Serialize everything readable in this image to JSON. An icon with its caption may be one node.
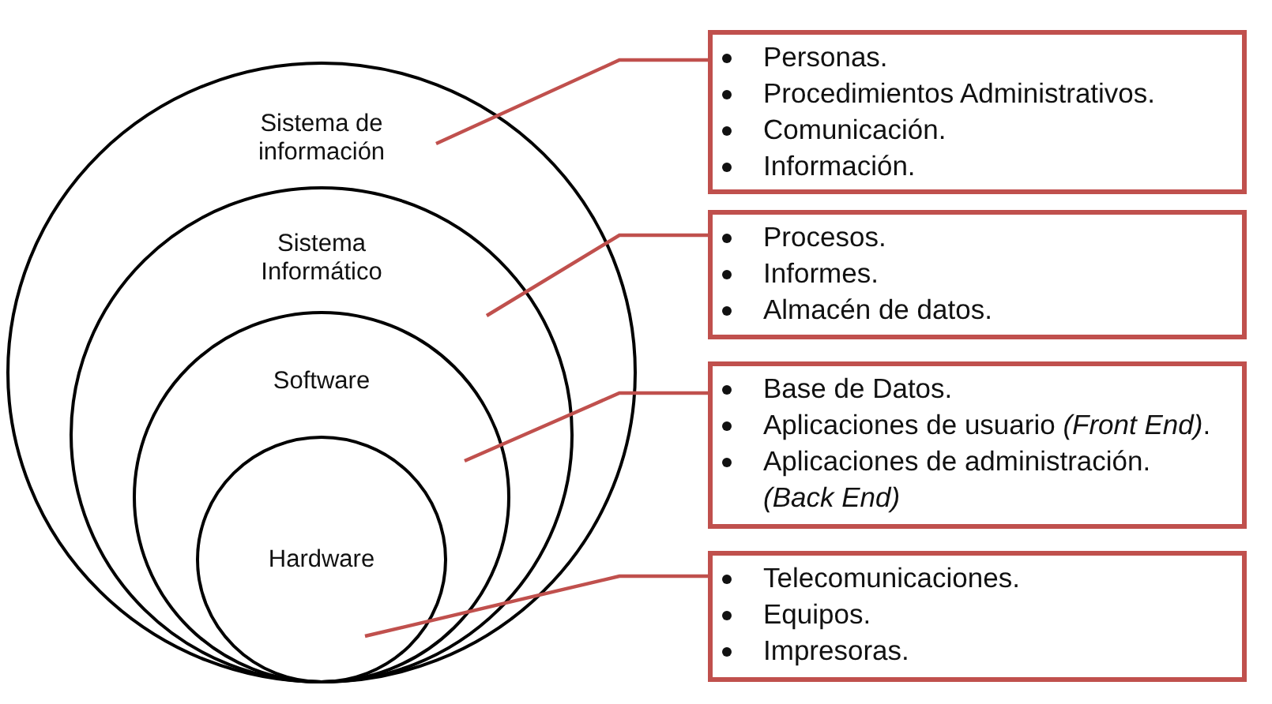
{
  "diagram": {
    "nodes": [
      {
        "text": [
          "Sistema de información"
        ]
      },
      {
        "text": [
          "Sistema Informático"
        ],
        "in": 0
      },
      {
        "text": [
          "Software"
        ],
        "in": 1
      },
      {
        "text": [
          "Hardware"
        ],
        "in": 2
      },
      {
        "text": [
          "Personas.",
          "Procedimientos Administrativos.",
          "Comunicación.",
          "Información."
        ]
      },
      {
        "text": [
          "Procesos.",
          "Informes.",
          "Almacén de datos."
        ]
      },
      {
        "text": [
          "Base de Datos.",
          "Aplicaciones de usuario *(Front End)*.",
          "Aplicaciones de administración. *(Back End)*"
        ]
      },
      {
        "text": [
          "Telecomunicaciones.",
          "Equipos.",
          "Impresoras."
        ]
      }
    ],
    "edges": [
      {
        "from": 4,
        "to": 0,
        "arrow": "none"
      },
      {
        "from": 5,
        "to": 1,
        "arrow": "none"
      },
      {
        "from": 6,
        "to": 2,
        "arrow": "none"
      },
      {
        "from": 7,
        "to": 3,
        "arrow": "none"
      }
    ]
  }
}
